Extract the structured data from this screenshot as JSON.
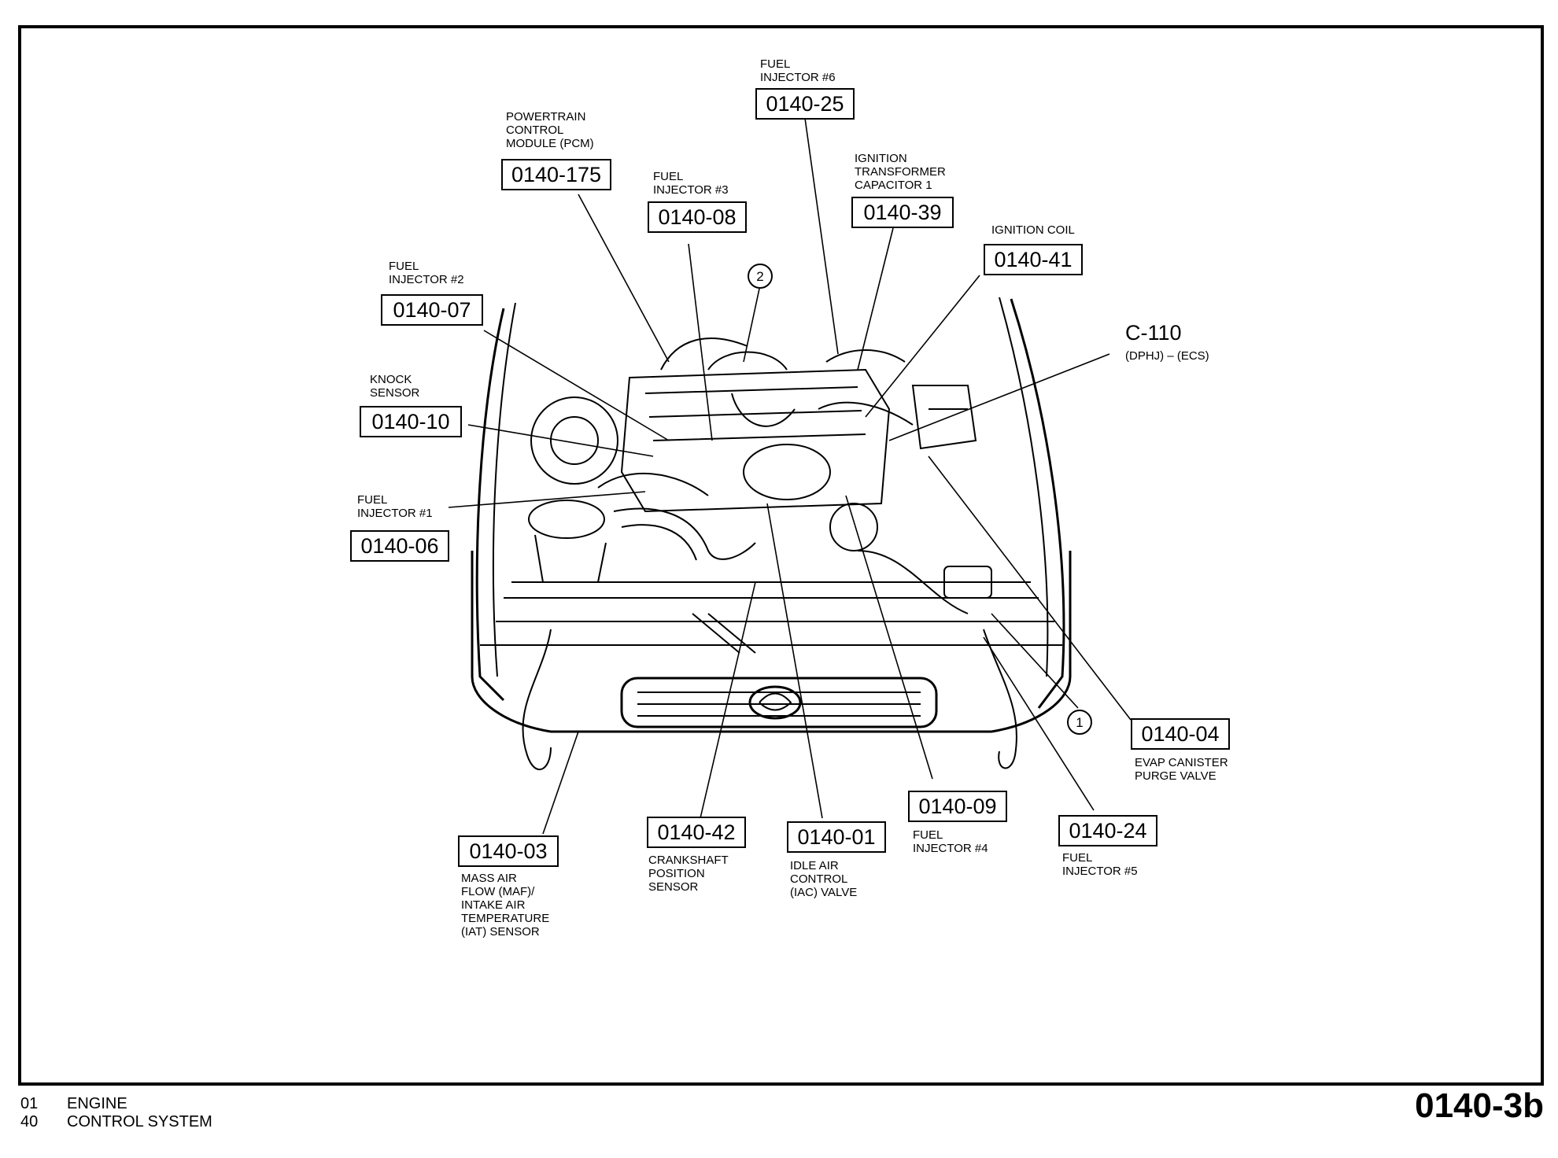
{
  "callouts": [
    {
      "id": "pcm",
      "code": "0140-175",
      "label": "POWERTRAIN\nCONTROL\nMODULE (PCM)"
    },
    {
      "id": "inj6",
      "code": "0140-25",
      "label": "FUEL\nINJECTOR #6"
    },
    {
      "id": "inj3",
      "code": "0140-08",
      "label": "FUEL\nINJECTOR #3"
    },
    {
      "id": "itc",
      "code": "0140-39",
      "label": "IGNITION\nTRANSFORMER\nCAPACITOR 1"
    },
    {
      "id": "coil",
      "code": "0140-41",
      "label": "IGNITION COIL"
    },
    {
      "id": "inj2",
      "code": "0140-07",
      "label": "FUEL\nINJECTOR #2"
    },
    {
      "id": "knock",
      "code": "0140-10",
      "label": "KNOCK\nSENSOR"
    },
    {
      "id": "inj1",
      "code": "0140-06",
      "label": "FUEL\nINJECTOR #1"
    },
    {
      "id": "maf",
      "code": "0140-03",
      "label": "MASS AIR\nFLOW (MAF)/\nINTAKE AIR\nTEMPERATURE\n(IAT) SENSOR"
    },
    {
      "id": "ckp",
      "code": "0140-42",
      "label": "CRANKSHAFT\nPOSITION\nSENSOR"
    },
    {
      "id": "iac",
      "code": "0140-01",
      "label": "IDLE AIR\nCONTROL\n(IAC) VALVE"
    },
    {
      "id": "inj4",
      "code": "0140-09",
      "label": "FUEL\nINJECTOR #4"
    },
    {
      "id": "inj5",
      "code": "0140-24",
      "label": "FUEL\nINJECTOR #5"
    },
    {
      "id": "evap",
      "code": "0140-04",
      "label": "EVAP CANISTER\nPURGE VALVE"
    }
  ],
  "connector": {
    "name": "C-110",
    "detail": "(DPHJ) – (ECS)"
  },
  "markers": [
    "1",
    "2"
  ],
  "footer": {
    "line1_num": "01",
    "line1_text": "ENGINE",
    "line2_num": "40",
    "line2_text": "CONTROL SYSTEM",
    "sheet": "0140-3b"
  }
}
